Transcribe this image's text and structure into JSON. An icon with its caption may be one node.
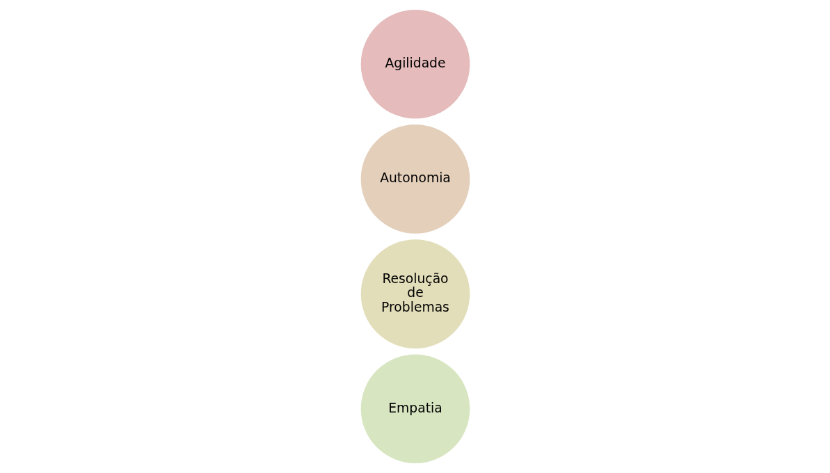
{
  "diagram": {
    "nodes": [
      {
        "text": [
          "Agilidade"
        ]
      },
      {
        "text": [
          "Autonomia"
        ]
      },
      {
        "text": [
          "Resolução de Problemas"
        ]
      },
      {
        "text": [
          "Empatia"
        ]
      }
    ]
  }
}
